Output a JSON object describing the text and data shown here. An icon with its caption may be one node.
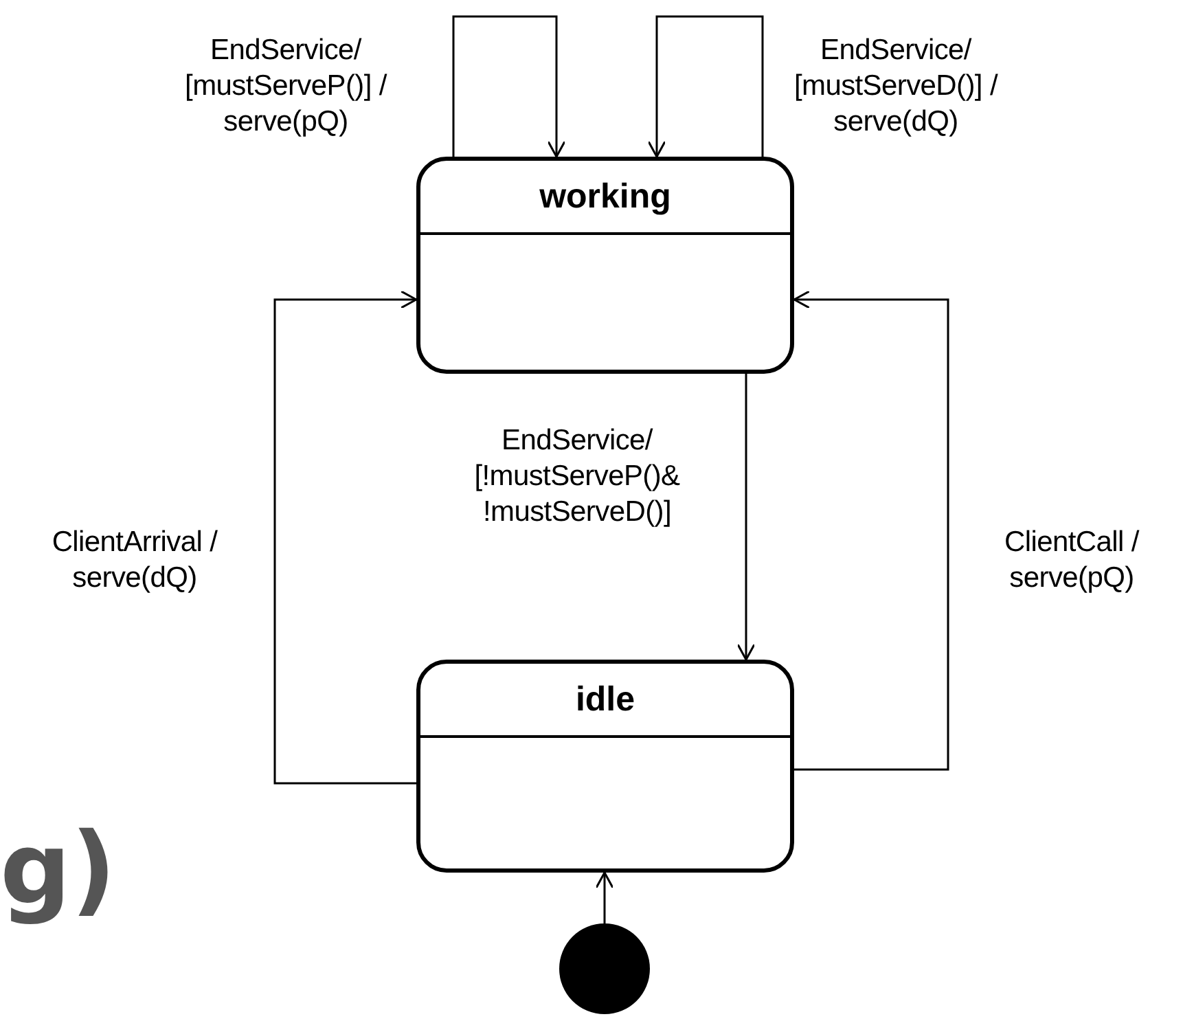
{
  "diagram": {
    "nodes": [
      {
        "text": [
          "working"
        ]
      },
      {
        "text": [
          "idle"
        ]
      },
      {
        "text": [],
        "shape": "circle"
      }
    ],
    "edges": [
      {
        "from": 0,
        "to": 0,
        "arrow": "to",
        "label": "EndService/ [mustServeP()] / serve(pQ)"
      },
      {
        "from": 0,
        "to": 0,
        "arrow": "to",
        "label": "EndService/ [mustServeD()] / serve(dQ)"
      },
      {
        "from": 0,
        "to": 1,
        "arrow": "to",
        "label": "EndService/ [!mustServeP()& !mustServeD()]"
      },
      {
        "from": 1,
        "to": 0,
        "arrow": "to",
        "label": "ClientArrival / serve(dQ)"
      },
      {
        "from": 1,
        "to": 0,
        "arrow": "to",
        "label": "ClientCall / serve(pQ)"
      },
      {
        "from": 2,
        "to": 1,
        "arrow": "to"
      }
    ],
    "labels": [
      "g)"
    ]
  }
}
